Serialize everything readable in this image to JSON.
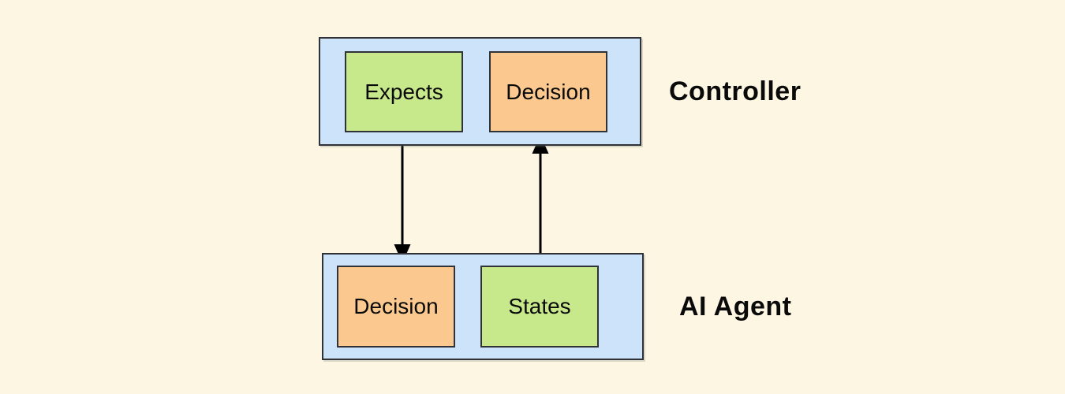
{
  "diagram": {
    "colors": {
      "page_background": "#FDF6E3",
      "container_fill": "#CCE3FA",
      "green_fill": "#C7E98B",
      "orange_fill": "#FBC98F",
      "border": "#2F3238",
      "arrow": "#000000",
      "text": "#0A0A0A"
    },
    "groups": [
      {
        "label": "Controller",
        "boxes": [
          {
            "label": "Expects",
            "color": "green_fill"
          },
          {
            "label": "Decision",
            "color": "orange_fill"
          }
        ]
      },
      {
        "label": "AI Agent",
        "boxes": [
          {
            "label": "Decision",
            "color": "orange_fill"
          },
          {
            "label": "States",
            "color": "green_fill"
          }
        ]
      }
    ],
    "arrows": [
      {
        "from": "Controller.Expects",
        "to": "AI Agent.Decision",
        "direction": "down"
      },
      {
        "from": "AI Agent.States",
        "to": "Controller.Decision",
        "direction": "up"
      }
    ]
  }
}
